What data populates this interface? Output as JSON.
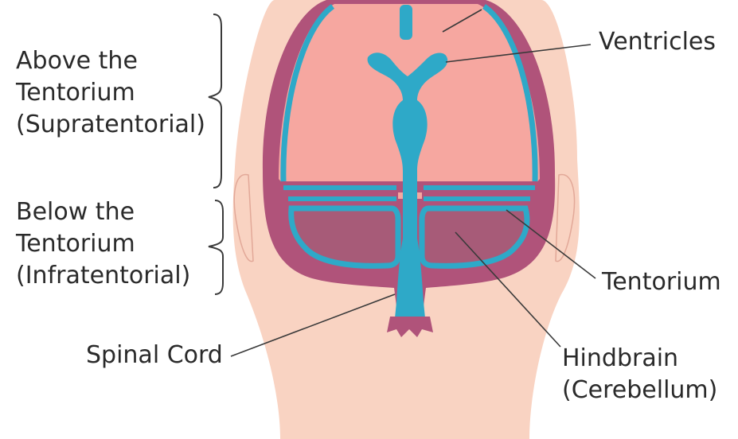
{
  "labels": {
    "supratentorial": [
      "Above the",
      "Tentorium",
      "(Supratentorial)"
    ],
    "infratentorial": [
      "Below the",
      "Tentorium",
      "(Infratentorial)"
    ],
    "ventricles": "Ventricles",
    "tentorium": "Tentorium",
    "spinal_cord": "Spinal Cord",
    "hindbrain": [
      "Hindbrain",
      "(Cerebellum)"
    ]
  },
  "colors": {
    "skin": "#f9d3c2",
    "skull": "#b0537a",
    "brain": "#f6a7a0",
    "cerebellum": "#a75b78",
    "csf": "#2ea9c8",
    "text": "#2a2a2a"
  }
}
